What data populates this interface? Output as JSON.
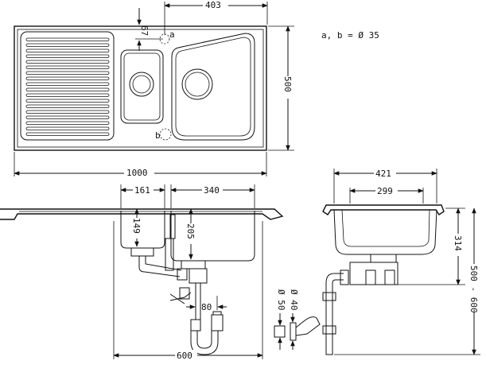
{
  "note": "a, b = Ø 35",
  "top_view": {
    "dim_width": "1000",
    "dim_depth": "500",
    "dim_hole_offset": "403",
    "dim_hole_edge": "67",
    "label_a": "a",
    "label_b": "b"
  },
  "front_view": {
    "dim_small_bowl": "161",
    "dim_large_bowl": "340",
    "dim_small_depth": "149",
    "dim_large_depth": "205",
    "dim_trap": "80",
    "dim_cabinet": "600"
  },
  "side_view": {
    "dim_outer": "421",
    "dim_inner": "299",
    "dim_depth": "314",
    "dim_cabinet_depth": "500 - 600"
  },
  "pipe_detail": {
    "dim_outer": "Ø 50",
    "dim_inner": "Ø 40"
  }
}
